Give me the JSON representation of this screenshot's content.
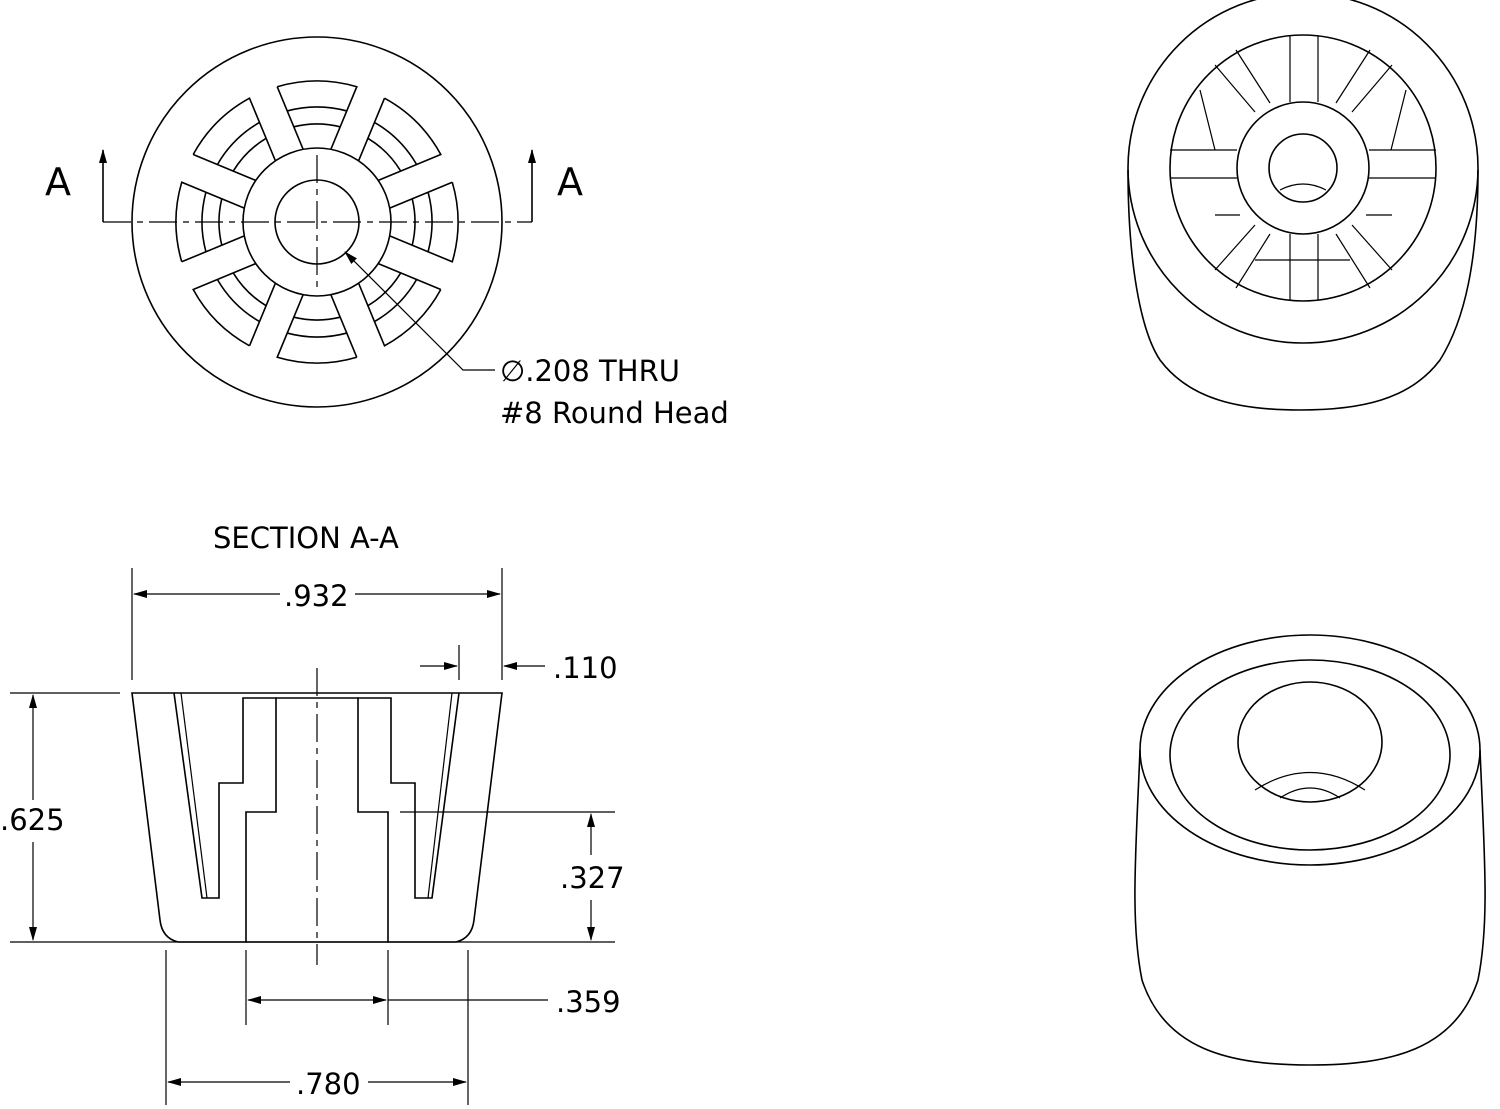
{
  "section_marker": {
    "left": "A",
    "right": "A"
  },
  "hole_callout": {
    "line1": "∅.208 THRU",
    "line2": "#8 Round Head"
  },
  "section_title": "SECTION A-A",
  "dimensions": {
    "top_width": ".932",
    "wall": ".110",
    "height": ".625",
    "counterbore_depth": ".327",
    "counterbore_dia": ".359",
    "base_width": ".780"
  }
}
